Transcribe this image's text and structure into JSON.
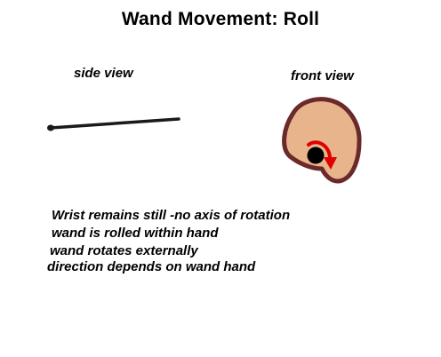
{
  "title": "Wand Movement: Roll",
  "views": {
    "side_label": "side view",
    "front_label": "front view"
  },
  "notes": [
    "Wrist remains still  -no axis of rotation",
    "wand is rolled within hand",
    "wand rotates externally",
    "direction depends on wand hand"
  ],
  "colors": {
    "wand": "#1a1a1a",
    "hand_fill": "#e8b48c",
    "hand_outline": "#6b2a2a",
    "rotation_arrow": "#e00000",
    "wand_tip": "#000000"
  }
}
